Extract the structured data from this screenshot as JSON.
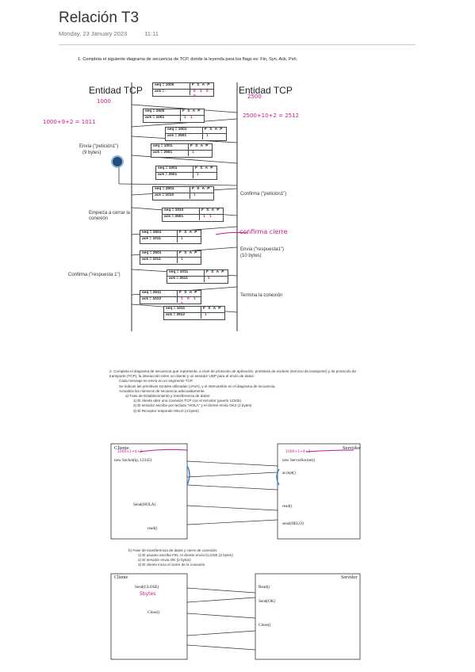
{
  "page": {
    "title": "Relación T3",
    "date": "Monday, 23 January 2023",
    "time": "11:11"
  },
  "q1": {
    "text": "1.   Completa el siguiente diagrama de secuencia de TCP, donde la leyenda para los flags es: Fin, Syn, Ack, Psh.",
    "left_entity": "Entidad TCP",
    "right_entity": "Entidad TCP",
    "left_hand": "1000",
    "right_hand": "2500",
    "calc_left": "1000+9+2 = 1011",
    "calc_right": "2500+10+2 = 2512",
    "labels": {
      "envia_peticion": "Envía  (\"petición1\")",
      "nine_bytes": "(9 bytes)",
      "confirma_peticion": "Confirma  (\"petición1\")",
      "empieza_cerrar": "Empieza a cerrar la conexión",
      "confirma_cierre": "confirma cierre",
      "envia_respuesta": "Envía  (\"respuesta1\")",
      "ten_bytes": "(10 bytes)",
      "confirma_respuesta": "Confirma (\"respuesta 1\")",
      "termina_conexion": "Termina la conexión"
    },
    "segments": [
      {
        "seq": "1000",
        "ack": "-",
        "flags": "F S A P",
        "bits": "0 1 0 0"
      },
      {
        "seq": "2500",
        "ack": "1001",
        "flags": "F S A P",
        "bits": "1 1"
      },
      {
        "seq": "1001",
        "ack": "2501",
        "flags": "F S A P",
        "bits": "1"
      },
      {
        "seq": "1001",
        "ack": "2501",
        "flags": "F S A P",
        "bits": "1"
      },
      {
        "seq": "1001",
        "ack": "2501",
        "flags": "F S A P",
        "bits": "1"
      },
      {
        "seq": "2501",
        "ack": "1010",
        "flags": "F S A P",
        "bits": "1"
      },
      {
        "seq": "1010",
        "ack": "2501",
        "flags": "F S A P",
        "bits": "1 1"
      },
      {
        "seq": "2501",
        "ack": "1011",
        "flags": "F S A P",
        "bits": "1"
      },
      {
        "seq": "2501",
        "ack": "1011",
        "flags": "F S A P",
        "bits": "1"
      },
      {
        "seq": "1011",
        "ack": "2511",
        "flags": "F S A P",
        "bits": "1"
      },
      {
        "seq": "2511",
        "ack": "1012",
        "flags": "F S A P",
        "bits": "1 0 1 0"
      },
      {
        "seq": "1011",
        "ack": "2512",
        "flags": "F S A P",
        "bits": "1"
      }
    ]
  },
  "q2": {
    "text": "2.   Completa el diagrama de secuencia que representa, a nivel de protocolo de aplicación, primitivas de sockets (servicio de transporte) y de protocolo de transporte (TCP), la interacción entre un cliente y un servidor UDP para el envío de datos:",
    "bullets": [
      "Cada mensaje se envía en un segmento TCP.",
      "Se indican las primitivas sockets utilizadas (JAVA), y el intercambio en el diagrama de secuencia.",
      "Actualiza los números de secuencia adecuadamente."
    ],
    "phase_a": "a) Fase de Establecimiento y transferencia de datos:",
    "phase_a_items": [
      "1)  El cliente abre una conexión TCP con el servidor (puerto 12345).",
      "2)  El servidor escribe por teclado \"HOLA\" y el cliente envía OK2 (2 bytes)",
      "3)  El Receptor responde HELO (4 bytes)"
    ],
    "cliente": "Cliente",
    "servidor": "Servidor",
    "new_socket": "new Socket(ip, 12345)",
    "new_server": "new ServerSocket()",
    "accept": "accept()",
    "send": "Send(HOLA)",
    "read": "read()",
    "read2": "read()",
    "send_helo": "send(HELO)",
    "note_left": "1000+1+4+3",
    "note_right": "1000+1+4+2"
  },
  "q3": {
    "phase_b": "b) Fase de transferencia de datos y cierre de conexión:",
    "items": [
      "1)  El usuario escribe FIN, el cliente envía CLOSE (2 bytes)",
      "2)  El servidor envía OK (2 bytes)",
      "3)  El cliente inicia el cierre de la conexión."
    ],
    "cliente": "Cliente",
    "servidor": "Servidor",
    "send_close": "Send(CLOSE)",
    "close": "Close()",
    "read": "Read()",
    "send_ok": "Send(OK)",
    "close2": "Close()",
    "hand": "5bytes"
  }
}
